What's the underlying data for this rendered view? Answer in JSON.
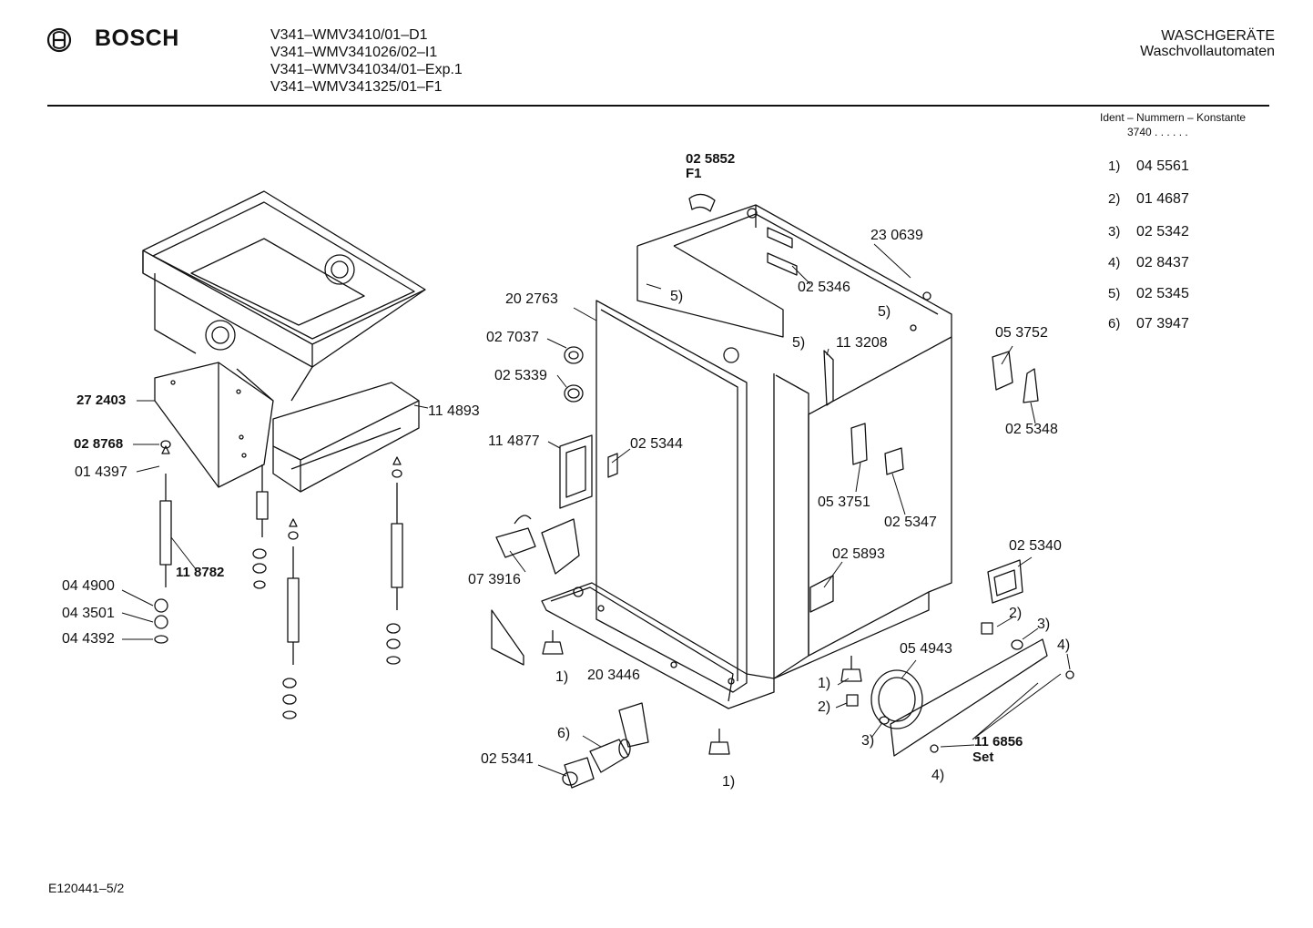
{
  "header": {
    "brand": "BOSCH",
    "models": [
      "V341–WMV3410/01–D1",
      "V341–WMV341026/02–I1",
      "V341–WMV341034/01–Exp.1",
      "V341–WMV341325/01–F1"
    ],
    "category": "WASCHGERÄTE",
    "subcategory": "Waschvollautomaten",
    "ident_label": "Ident – Nummern – Konstante",
    "ident_value": "3740 .  .  .  .  .  ."
  },
  "legend": [
    {
      "key": "1)",
      "value": "04 5561"
    },
    {
      "key": "2)",
      "value": "01 4687"
    },
    {
      "key": "3)",
      "value": "02 5342"
    },
    {
      "key": "4)",
      "value": "02 8437"
    },
    {
      "key": "5)",
      "value": "02 5345"
    },
    {
      "key": "6)",
      "value": "07 3947"
    }
  ],
  "labels": {
    "p025852": "02 5852",
    "pF1": "F1",
    "p230639": "23 0639",
    "p025346": "02 5346",
    "p202763": "20 2763",
    "p027037": "02 7037",
    "p025339": "02 5339",
    "p114877": "11 4877",
    "p025344": "02 5344",
    "p073916": "07 3916",
    "p203446": "20 3446",
    "p025341": "02 5341",
    "p113208": "11 3208",
    "p053751": "05 3751",
    "p025347": "02 5347",
    "p025893": "02 5893",
    "p053752": "05 3752",
    "p025348": "02 5348",
    "p025340": "02 5340",
    "p054943": "05 4943",
    "p116856": "11 6856",
    "pSet": "Set",
    "p272403": "27 2403",
    "p114893": "11 4893",
    "p028768": "02 8768",
    "p014397": "01 4397",
    "p118782": "11 8782",
    "p044900": "04 4900",
    "p043501": "04 3501",
    "p044392": "04 4392",
    "ref5a": "5)",
    "ref5b": "5)",
    "ref5c": "5)",
    "ref1a": "1)",
    "ref1b": "1)",
    "ref1c": "1)",
    "ref2a": "2)",
    "ref2b": "2)",
    "ref3a": "3)",
    "ref3b": "3)",
    "ref4a": "4)",
    "ref4b": "4)",
    "ref6": "6)"
  },
  "footer": {
    "code": "E120441–5/2"
  }
}
